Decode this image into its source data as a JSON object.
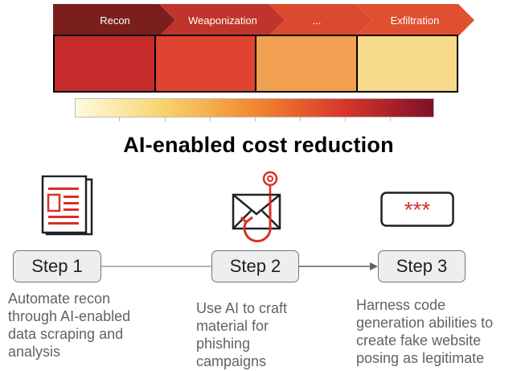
{
  "phases": [
    {
      "label": "Recon",
      "arrow_color": "#7a1f1b",
      "cell_color": "#c62b2b"
    },
    {
      "label": "Weaponization",
      "arrow_color": "#c0352b",
      "cell_color": "#e0432f"
    },
    {
      "label": "...",
      "arrow_color": "#db4a30",
      "cell_color": "#f0a050"
    },
    {
      "label": "Exfiltration",
      "arrow_color": "#e05030",
      "cell_color": "#f7d98a"
    }
  ],
  "gradient_colors": [
    "#fffbe0",
    "#f8d26a",
    "#f1882f",
    "#d9362b",
    "#7d1028"
  ],
  "title": "AI-enabled cost reduction",
  "steps": [
    {
      "label": "Step 1",
      "icon": "document-icon",
      "description": [
        "Automate recon",
        "through AI-enabled",
        "data scraping and",
        "analysis"
      ]
    },
    {
      "label": "Step 2",
      "icon": "phishing-email-icon",
      "description": [
        "Use AI to craft",
        "material for",
        "phishing",
        "campaigns"
      ]
    },
    {
      "label": "Step 3",
      "icon": "password-field-icon",
      "icon_text": "***",
      "description": [
        "Harness code",
        "generation abilities to",
        "create fake website",
        "posing as legitimate"
      ]
    }
  ],
  "accent_color": "#d93025"
}
